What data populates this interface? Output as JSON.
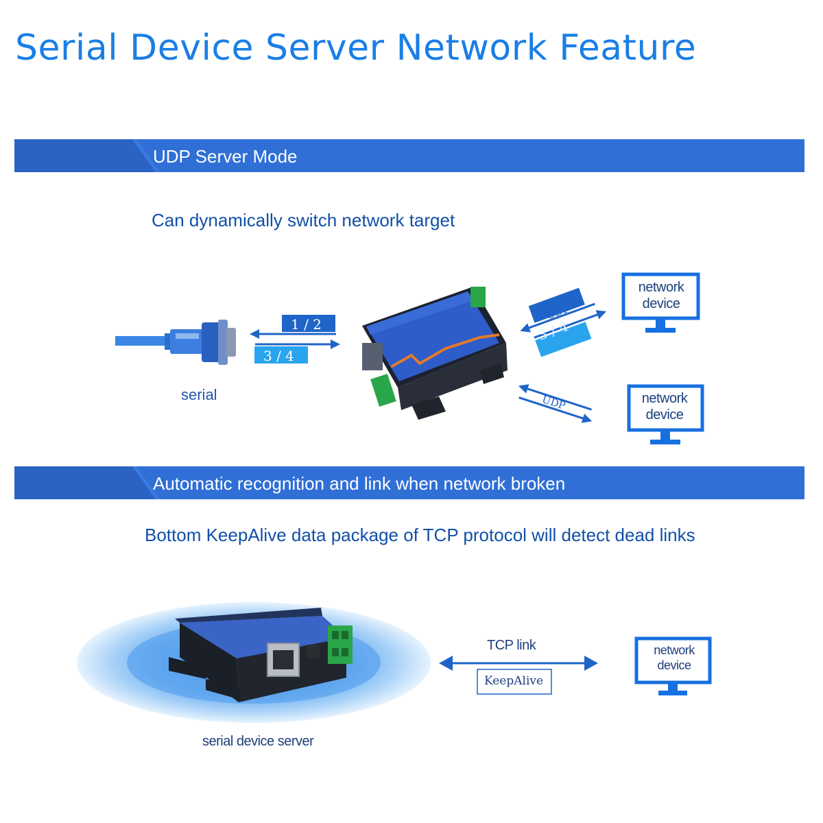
{
  "title": "Serial Device Server Network Feature",
  "section1": {
    "banner": "UDP Server Mode",
    "subtitle": "Can dynamically switch network target",
    "serial_label": "serial",
    "left_packets": [
      "1 / 2",
      "3 / 4"
    ],
    "right_top_packets": [
      "1 / 2",
      "3 / 4"
    ],
    "udp_label_top": "UDP",
    "udp_label_bottom": "UDP",
    "network_device_1": [
      "network",
      "device"
    ],
    "network_device_2": [
      "network",
      "device"
    ]
  },
  "section2": {
    "banner": "Automatic recognition and link when network broken",
    "subtitle": "Bottom KeepAlive data package of TCP protocol will detect dead links",
    "tcp_link_label": "TCP link",
    "keepalive_label": "KeepAlive",
    "device_label": "serial device server",
    "network_device": [
      "network",
      "device"
    ]
  },
  "colors": {
    "title": "#1a7ee6",
    "banner": "#2f6fd6",
    "subtitle": "#1050a8",
    "packet_dark": "#1f64c8",
    "packet_light": "#2aa4ee",
    "monitor": "#1670e0"
  }
}
